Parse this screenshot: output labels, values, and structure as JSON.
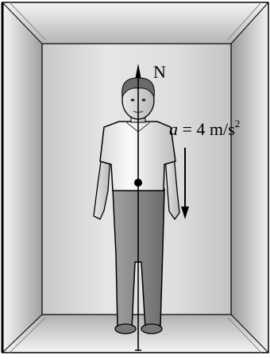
{
  "labels": {
    "normal_force": "N",
    "acceleration": {
      "symbol": "a",
      "equals": " = 4 m/s",
      "exponent": "2"
    }
  },
  "colors": {
    "wall_light": "#f2f2f2",
    "wall_dark": "#9a9a9a",
    "back_wall": "#d9d9d9",
    "outline": "#000000",
    "shirt": "#eeeeee",
    "pants": "#8a8a8a",
    "skin": "#d8d8d8",
    "hair": "#6a6a6a"
  },
  "diagram": {
    "acceleration_value": 4,
    "acceleration_unit": "m/s²",
    "acceleration_direction": "down",
    "force_direction": "up"
  }
}
